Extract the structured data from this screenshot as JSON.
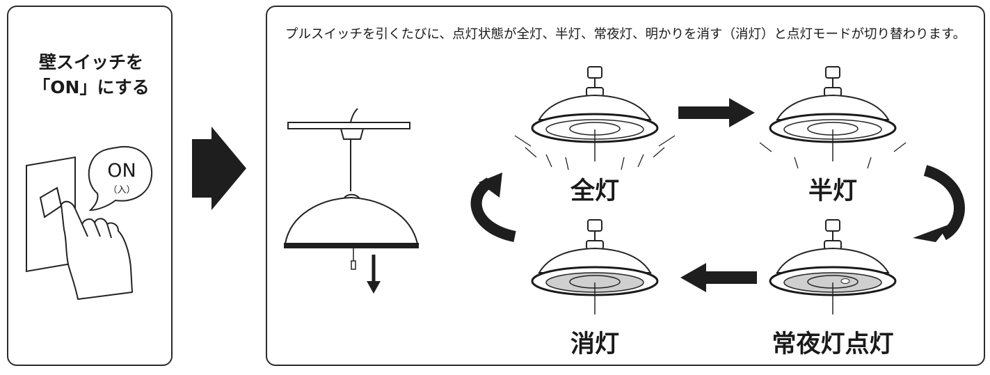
{
  "step1": {
    "line1": "壁スイッチを",
    "line2": "「ON」にする",
    "bubble_main": "ON",
    "bubble_sub": "（入）"
  },
  "step2": {
    "description": "プルスイッチを引くたびに、点灯状態が全灯、半灯、常夜灯、明かりを消す（消灯）と点灯モードが切り替わります。",
    "modes": {
      "full": "全灯",
      "half": "半灯",
      "night": "常夜灯点灯",
      "off": "消灯"
    }
  },
  "icons": [
    "wall-switch-icon",
    "hand-pointing-icon",
    "speech-bubble-icon",
    "pendant-lamp-icon",
    "pull-cord-icon",
    "arrow-right-icon",
    "arrow-left-icon",
    "arrow-down-icon",
    "curved-arrow-icon"
  ]
}
